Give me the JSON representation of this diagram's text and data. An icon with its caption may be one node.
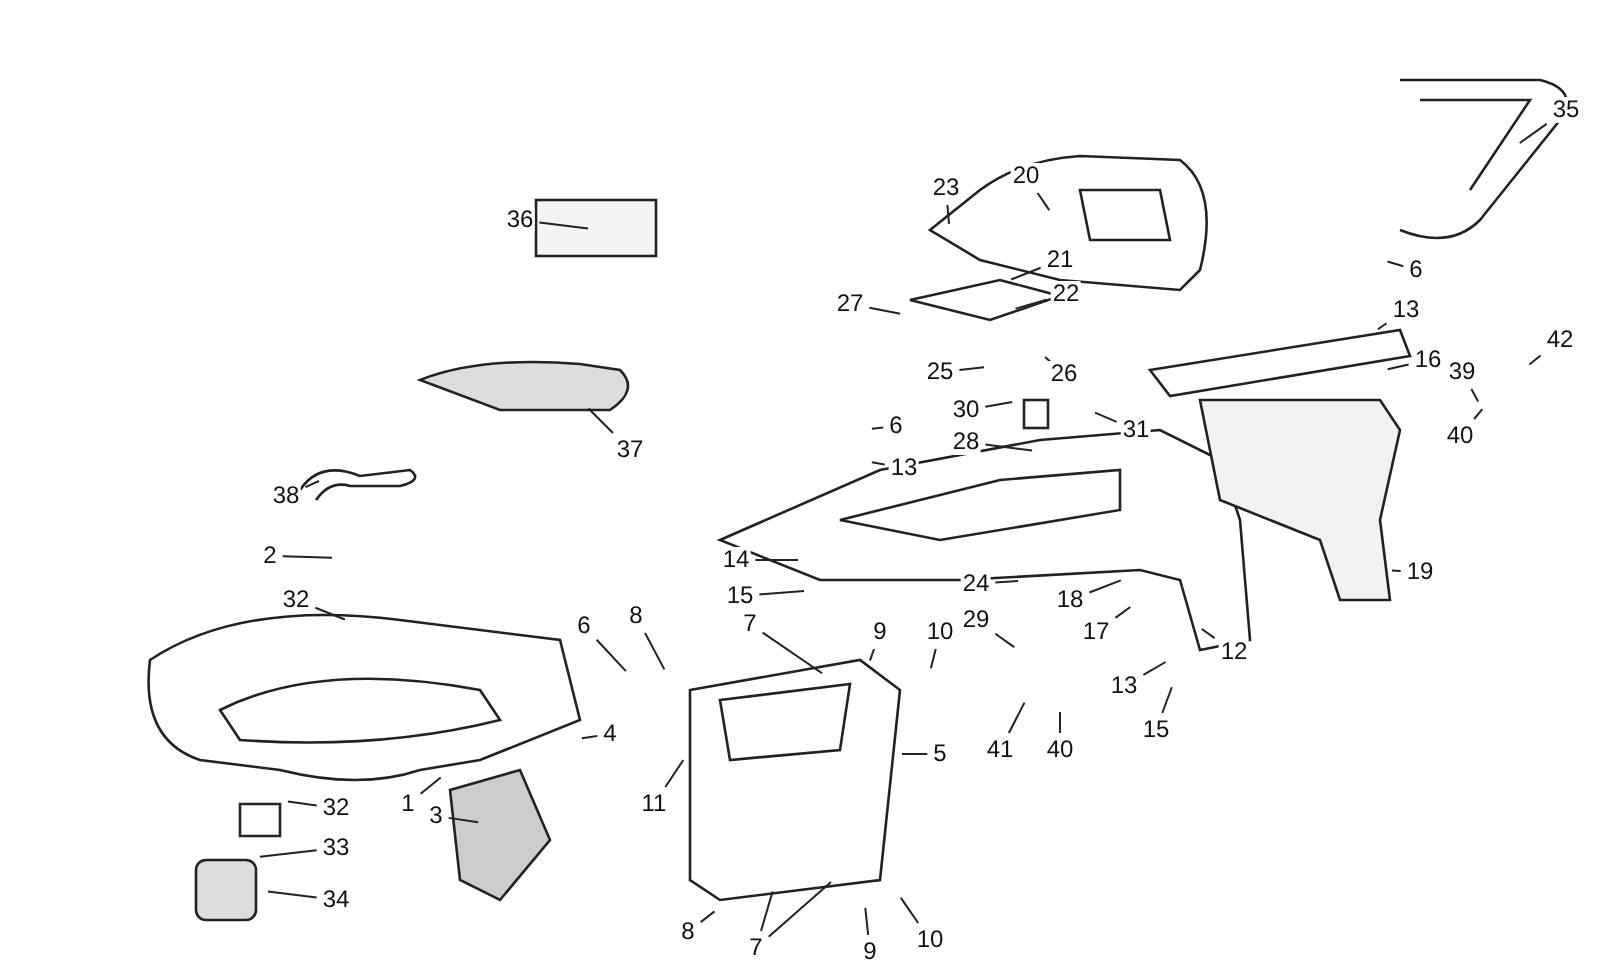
{
  "diagram": {
    "nodes": [
      {
        "text": [
          "35"
        ]
      },
      {
        "text": [
          "20"
        ]
      },
      {
        "text": [
          "36"
        ]
      },
      {
        "text": [
          "23"
        ]
      },
      {
        "text": [
          "21"
        ]
      },
      {
        "text": [
          "22"
        ]
      },
      {
        "text": [
          "27"
        ]
      },
      {
        "text": [
          "6"
        ]
      },
      {
        "text": [
          "13"
        ]
      },
      {
        "text": [
          "42"
        ]
      },
      {
        "text": [
          "39"
        ]
      },
      {
        "text": [
          "16"
        ]
      },
      {
        "text": [
          "25"
        ]
      },
      {
        "text": [
          "26"
        ]
      },
      {
        "text": [
          "30"
        ]
      },
      {
        "text": [
          "28"
        ]
      },
      {
        "text": [
          "31"
        ]
      },
      {
        "text": [
          "37"
        ]
      },
      {
        "text": [
          "6"
        ]
      },
      {
        "text": [
          "13"
        ]
      },
      {
        "text": [
          "40"
        ]
      },
      {
        "text": [
          "38"
        ]
      },
      {
        "text": [
          "2"
        ]
      },
      {
        "text": [
          "14"
        ]
      },
      {
        "text": [
          "15"
        ]
      },
      {
        "text": [
          "32"
        ]
      },
      {
        "text": [
          "24"
        ]
      },
      {
        "text": [
          "19"
        ]
      },
      {
        "text": [
          "29"
        ]
      },
      {
        "text": [
          "18"
        ]
      },
      {
        "text": [
          "17"
        ]
      },
      {
        "text": [
          "6"
        ]
      },
      {
        "text": [
          "8"
        ]
      },
      {
        "text": [
          "7"
        ]
      },
      {
        "text": [
          "9"
        ]
      },
      {
        "text": [
          "10"
        ]
      },
      {
        "text": [
          "12"
        ]
      },
      {
        "text": [
          "13"
        ]
      },
      {
        "text": [
          "4"
        ]
      },
      {
        "text": [
          "15"
        ]
      },
      {
        "text": [
          "41"
        ]
      },
      {
        "text": [
          "40"
        ]
      },
      {
        "text": [
          "5"
        ]
      },
      {
        "text": [
          "1"
        ]
      },
      {
        "text": [
          "3"
        ]
      },
      {
        "text": [
          "11"
        ]
      },
      {
        "text": [
          "32"
        ]
      },
      {
        "text": [
          "33"
        ]
      },
      {
        "text": [
          "34"
        ]
      },
      {
        "text": [
          "8"
        ]
      },
      {
        "text": [
          "7"
        ]
      },
      {
        "text": [
          "9"
        ]
      },
      {
        "text": [
          "10"
        ]
      }
    ],
    "edges": [
      {
        "from": 0,
        "to": null,
        "arrow": "none"
      },
      {
        "from": 1,
        "to": null,
        "arrow": "none"
      },
      {
        "from": 2,
        "to": null,
        "arrow": "none"
      },
      {
        "from": 3,
        "to": null,
        "arrow": "none"
      },
      {
        "from": 4,
        "to": null,
        "arrow": "none"
      },
      {
        "from": 5,
        "to": null,
        "arrow": "none"
      },
      {
        "from": 6,
        "to": null,
        "arrow": "none"
      },
      {
        "from": 7,
        "to": null,
        "arrow": "none"
      },
      {
        "from": 8,
        "to": null,
        "arrow": "none"
      },
      {
        "from": 9,
        "to": null,
        "arrow": "none"
      },
      {
        "from": 10,
        "to": null,
        "arrow": "none"
      },
      {
        "from": 11,
        "to": null,
        "arrow": "none"
      },
      {
        "from": 12,
        "to": null,
        "arrow": "none"
      },
      {
        "from": 13,
        "to": null,
        "arrow": "none"
      },
      {
        "from": 14,
        "to": null,
        "arrow": "none"
      },
      {
        "from": 15,
        "to": null,
        "arrow": "none"
      },
      {
        "from": 16,
        "to": null,
        "arrow": "none"
      },
      {
        "from": 17,
        "to": null,
        "arrow": "none"
      },
      {
        "from": 18,
        "to": null,
        "arrow": "none"
      },
      {
        "from": 19,
        "to": null,
        "arrow": "none"
      },
      {
        "from": 20,
        "to": null,
        "arrow": "none"
      },
      {
        "from": 21,
        "to": null,
        "arrow": "none"
      },
      {
        "from": 22,
        "to": null,
        "arrow": "none"
      },
      {
        "from": 23,
        "to": null,
        "arrow": "none"
      },
      {
        "from": 24,
        "to": null,
        "arrow": "none"
      },
      {
        "from": 25,
        "to": null,
        "arrow": "none"
      },
      {
        "from": 26,
        "to": null,
        "arrow": "none"
      },
      {
        "from": 27,
        "to": null,
        "arrow": "none"
      },
      {
        "from": 28,
        "to": null,
        "arrow": "none"
      },
      {
        "from": 29,
        "to": null,
        "arrow": "none"
      },
      {
        "from": 30,
        "to": null,
        "arrow": "none"
      },
      {
        "from": 31,
        "to": null,
        "arrow": "none"
      },
      {
        "from": 32,
        "to": null,
        "arrow": "none"
      },
      {
        "from": 33,
        "to": null,
        "arrow": "none"
      },
      {
        "from": 34,
        "to": null,
        "arrow": "none"
      },
      {
        "from": 35,
        "to": null,
        "arrow": "none"
      },
      {
        "from": 36,
        "to": null,
        "arrow": "none"
      },
      {
        "from": 37,
        "to": null,
        "arrow": "none"
      },
      {
        "from": 38,
        "to": null,
        "arrow": "none"
      },
      {
        "from": 39,
        "to": null,
        "arrow": "none"
      },
      {
        "from": 40,
        "to": null,
        "arrow": "none"
      },
      {
        "from": 41,
        "to": null,
        "arrow": "none"
      },
      {
        "from": 42,
        "to": null,
        "arrow": "none"
      },
      {
        "from": 43,
        "to": null,
        "arrow": "none"
      },
      {
        "from": 44,
        "to": null,
        "arrow": "none"
      },
      {
        "from": 45,
        "to": null,
        "arrow": "none"
      },
      {
        "from": 46,
        "to": null,
        "arrow": "none"
      },
      {
        "from": 47,
        "to": null,
        "arrow": "none"
      },
      {
        "from": 48,
        "to": null,
        "arrow": "none"
      },
      {
        "from": 49,
        "to": null,
        "arrow": "none"
      },
      {
        "from": 50,
        "to": null,
        "arrow": "none"
      },
      {
        "from": 50,
        "to": null,
        "arrow": "none"
      },
      {
        "from": 51,
        "to": null,
        "arrow": "none"
      },
      {
        "from": 52,
        "to": null,
        "arrow": "none"
      }
    ]
  }
}
